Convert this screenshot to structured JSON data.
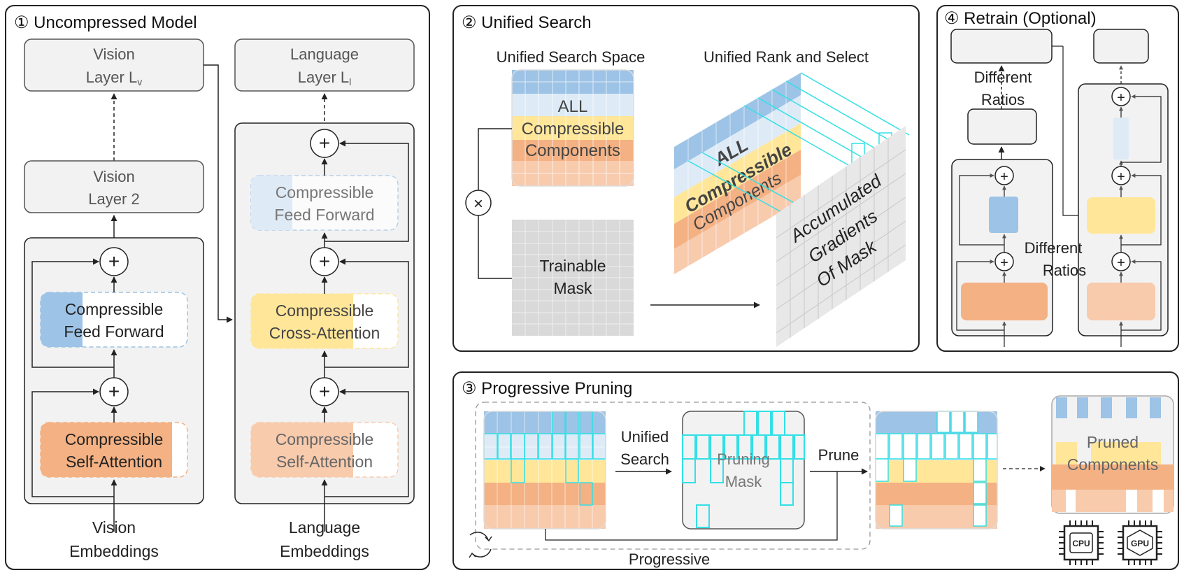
{
  "panel1": {
    "title": "① Uncompressed Model",
    "vision_top": [
      "Vision",
      "Layer L",
      "v"
    ],
    "vision_mid": [
      "Vision",
      "Layer 2"
    ],
    "language_top": [
      "Language",
      "Layer L",
      "l"
    ],
    "v_ffn": [
      "Compressible",
      "Feed Forward"
    ],
    "v_sa": [
      "Compressible",
      "Self-Attention"
    ],
    "l_ffn": [
      "Compressible",
      "Feed Forward"
    ],
    "l_ca": [
      "Compressible",
      "Cross-Attention"
    ],
    "l_sa": [
      "Compressible",
      "Self-Attention"
    ],
    "v_embed": [
      "Vision",
      "Embeddings"
    ],
    "l_embed": [
      "Language",
      "Embeddings"
    ],
    "plus": "+"
  },
  "panel2": {
    "title": "② Unified Search",
    "space_title": "Unified Search Space",
    "rank_title": "Unified Rank and Select",
    "space_words": [
      "ALL",
      "Compressible",
      "Components"
    ],
    "mask": [
      "Trainable",
      "Mask"
    ],
    "times": "×",
    "iso_words": [
      "ALL",
      "Compressible",
      "Components"
    ],
    "grad_words": [
      "Accumulated",
      "Gradients",
      "Of Mask"
    ]
  },
  "panel3": {
    "title": "③ Progressive Pruning",
    "unified_search": [
      "Unified",
      "Search"
    ],
    "pruning_mask": [
      "Pruning",
      "Mask"
    ],
    "prune": "Prune",
    "pruned": [
      "Pruned",
      "Components"
    ],
    "progressive": "Progressive",
    "cpu": "CPU",
    "gpu": "GPU"
  },
  "panel4": {
    "title": "④ Retrain (Optional)",
    "ratios_a": [
      "Different",
      "Ratios"
    ],
    "ratios_b": [
      "Different",
      "Ratios"
    ]
  },
  "colors": {
    "blue": "#9dc3e6",
    "light_blue": "#deebf7",
    "yellow": "#ffe699",
    "orange": "#f4b183",
    "light_orange": "#f8cbad",
    "cyan": "#33e0e6",
    "mask_gray": "#d9d9d9",
    "box_fill": "#f2f2f2"
  }
}
